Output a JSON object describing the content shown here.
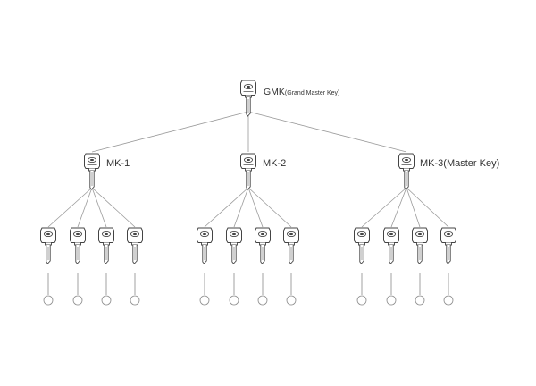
{
  "top_key": {
    "name": "GMK",
    "subtitle": "(Grand Master Key)"
  },
  "master_keys": [
    {
      "label": "MK-1",
      "child_keys": 4
    },
    {
      "label": "MK-2",
      "child_keys": 4
    },
    {
      "label": "MK-3(Master Key)",
      "child_keys": 4
    }
  ],
  "colors": {
    "line": "#9a9a9a",
    "key_outline": "#444444",
    "text": "#333333"
  }
}
